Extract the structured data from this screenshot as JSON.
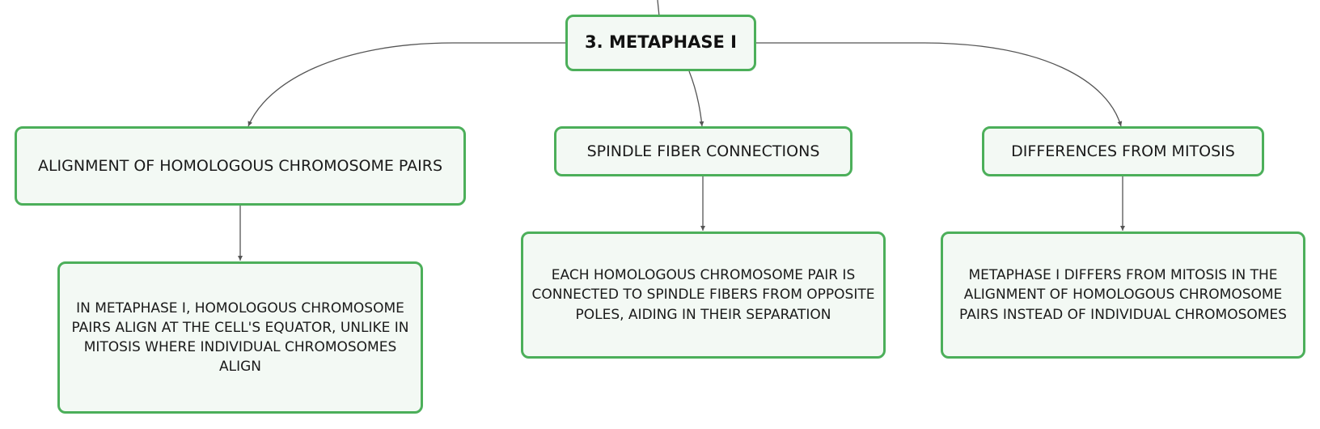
{
  "root": {
    "label": "3. METAPHASE I"
  },
  "topics": [
    {
      "label": "ALIGNMENT OF HOMOLOGOUS CHROMOSOME PAIRS",
      "detail": "IN METAPHASE I, HOMOLOGOUS CHROMOSOME PAIRS ALIGN AT THE CELL'S EQUATOR, UNLIKE IN MITOSIS WHERE INDIVIDUAL CHROMOSOMES ALIGN"
    },
    {
      "label": "SPINDLE FIBER CONNECTIONS",
      "detail": "EACH HOMOLOGOUS CHROMOSOME PAIR IS CONNECTED TO SPINDLE FIBERS FROM OPPOSITE POLES, AIDING IN THEIR SEPARATION"
    },
    {
      "label": "DIFFERENCES FROM MITOSIS",
      "detail": "METAPHASE I DIFFERS FROM MITOSIS IN THE ALIGNMENT OF HOMOLOGOUS CHROMOSOME PAIRS INSTEAD OF INDIVIDUAL CHROMOSOMES"
    }
  ],
  "colors": {
    "node_border": "#4caf5a",
    "node_fill": "#f3f9f4",
    "connector": "#555555"
  }
}
